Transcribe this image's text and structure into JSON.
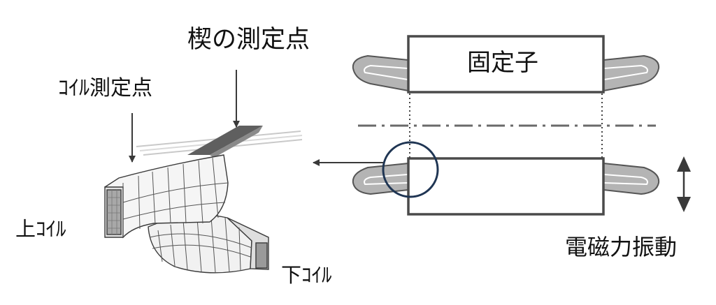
{
  "labels": {
    "wedge_point": "楔の測定点",
    "coil_point": "ｺｲﾙ測定点",
    "upper_coil": "上ｺｲﾙ",
    "lower_coil": "下ｺｲﾙ",
    "stator": "固定子",
    "em_vibration": "電磁力振動"
  },
  "colors": {
    "line": "#4a4a4a",
    "coil_fill": "#b4b4b4",
    "highlight_circle": "#1f3553"
  },
  "icons": {
    "double_arrow": "up-down-arrow-icon",
    "pointer_arrow": "left-arrow-icon"
  }
}
